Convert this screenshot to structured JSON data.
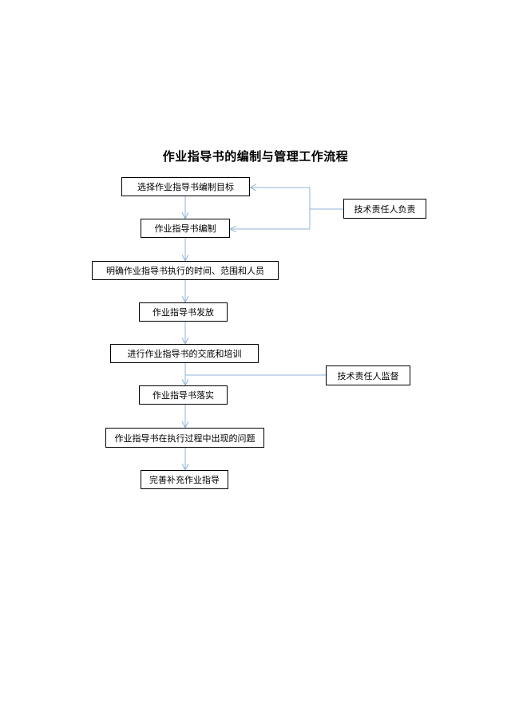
{
  "title": "作业指导书的编制与管理工作流程",
  "colors": {
    "connector": "#8fb3d9",
    "box_border": "#000000"
  },
  "steps": [
    "选择作业指导书编制目标",
    "作业指导书编制",
    "明确作业指导书执行的时间、范围和人员",
    "作业指导书发放",
    "进行作业指导书的交底和培训",
    "作业指导书落实",
    "作业指导书在执行过程中出现的问题",
    "完善补充作业指导"
  ],
  "side_notes": [
    "技术责任人负责",
    "技术责任人监督"
  ]
}
